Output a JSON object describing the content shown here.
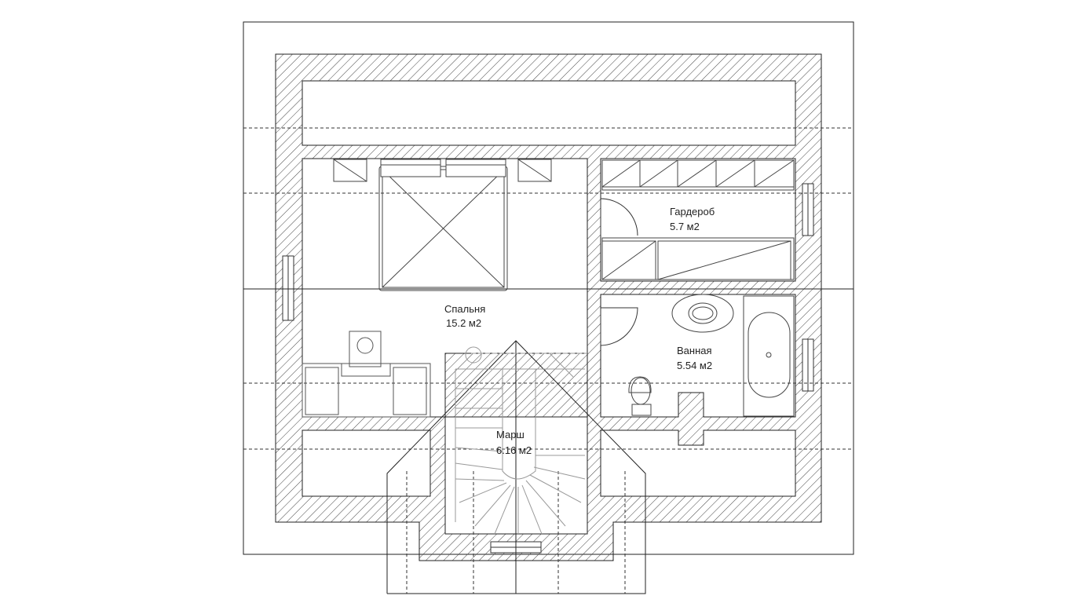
{
  "rooms": {
    "bedroom": {
      "name": "Спальня",
      "area": "15.2 м2"
    },
    "wardrobe": {
      "name": "Гардероб",
      "area": "5.7 м2"
    },
    "bathroom": {
      "name": "Ванная",
      "area": "5.54 м2"
    },
    "stair": {
      "name": "Марш",
      "area": "6.16 м2"
    }
  },
  "colors": {
    "line": "#333333",
    "hatch": "#444444",
    "background": "#ffffff"
  }
}
